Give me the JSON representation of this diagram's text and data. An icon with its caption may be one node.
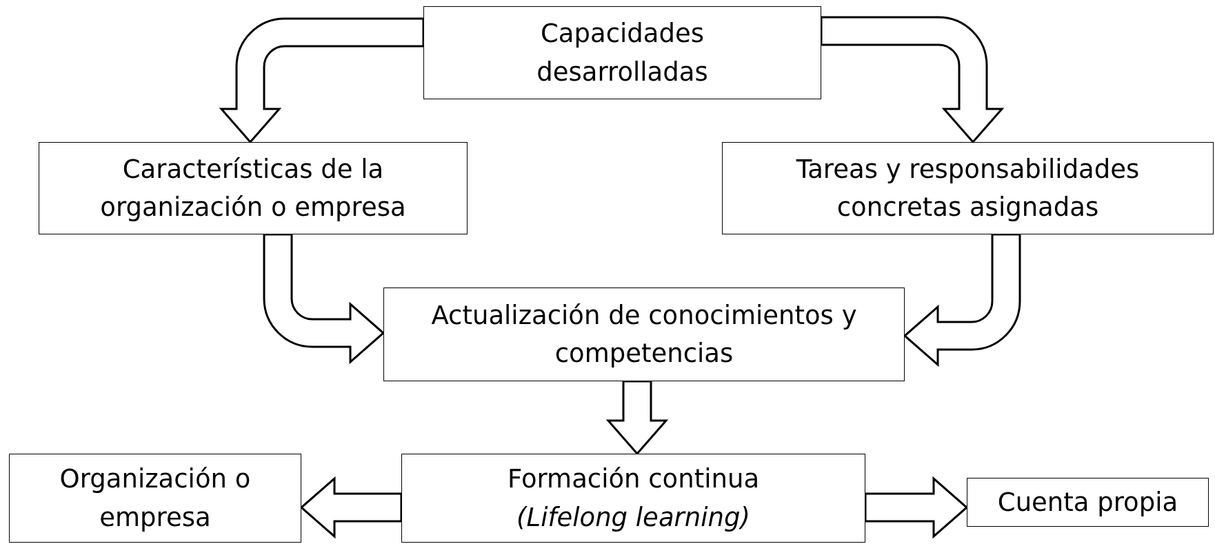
{
  "diagram": {
    "nodes": [
      {
        "text": [
          "Capacidades desarrolladas"
        ]
      },
      {
        "text": [
          "Características de la organización o empresa"
        ]
      },
      {
        "text": [
          "Tareas y responsabilidades concretas asignadas"
        ]
      },
      {
        "text": [
          "Actualización de conocimientos y competencias"
        ]
      },
      {
        "text": [
          "Organización o empresa"
        ]
      },
      {
        "text": [
          "Formación continua *(Lifelong learning)*"
        ]
      },
      {
        "text": [
          "Cuenta propia"
        ]
      }
    ],
    "edges": [
      {
        "from": 0,
        "to": 1,
        "arrow": "to"
      },
      {
        "from": 0,
        "to": 2,
        "arrow": "to"
      },
      {
        "from": 1,
        "to": 3,
        "arrow": "to"
      },
      {
        "from": 2,
        "to": 3,
        "arrow": "to"
      },
      {
        "from": 3,
        "to": 5,
        "arrow": "to"
      },
      {
        "from": 5,
        "to": 4,
        "arrow": "to"
      },
      {
        "from": 5,
        "to": 6,
        "arrow": "to"
      }
    ]
  }
}
